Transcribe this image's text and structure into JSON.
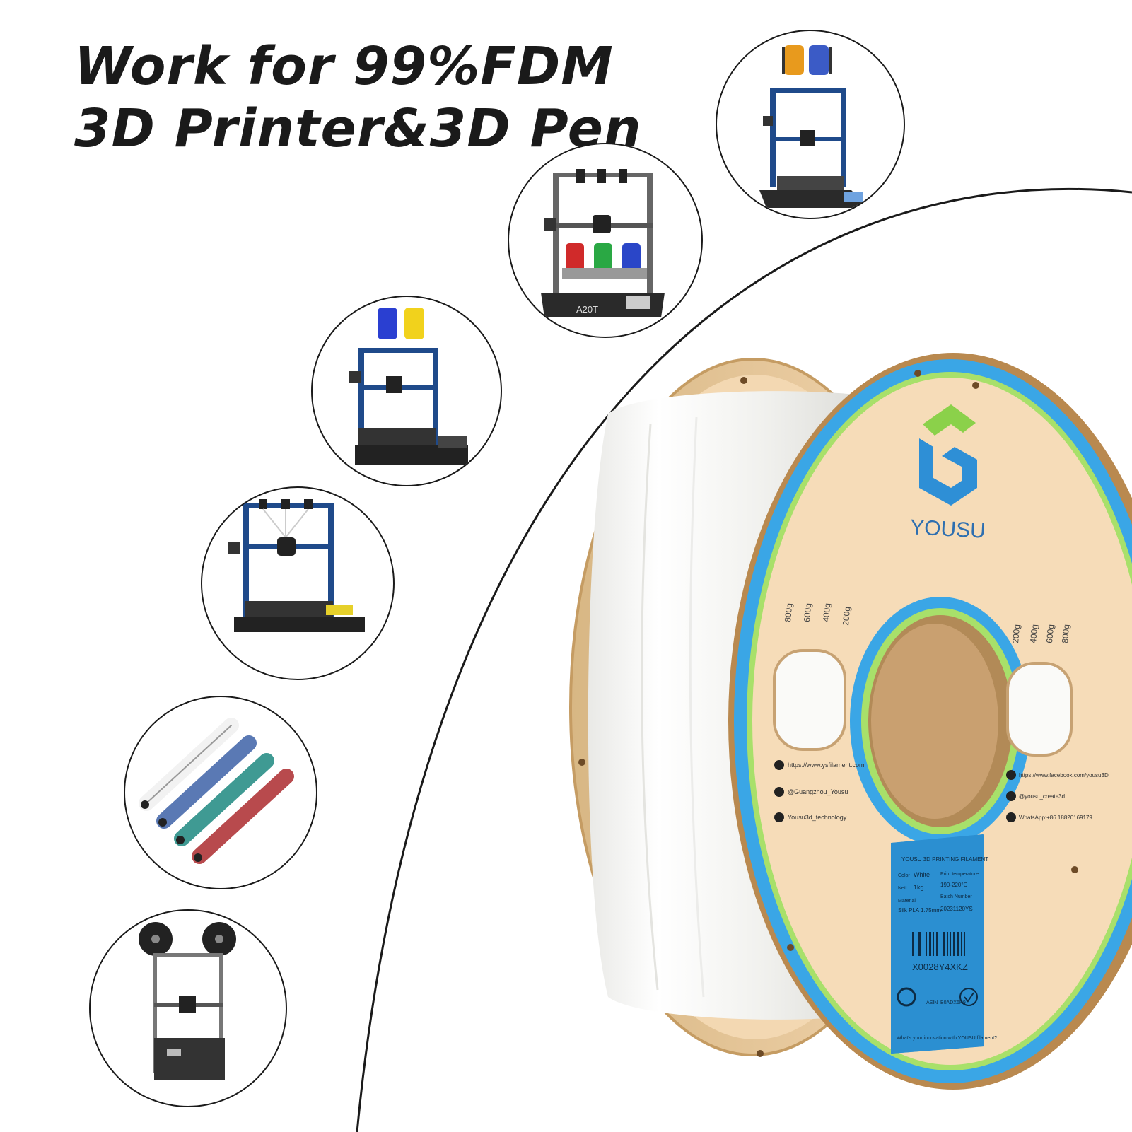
{
  "headline": {
    "line1": "Work for 99%FDM",
    "line2": "3D Printer&3D Pen"
  },
  "printer_a20t_label": "A20T",
  "spool": {
    "brand": "YOUSU",
    "colors": {
      "flange": "#f6dcb8",
      "flange_edge": "#cfa977",
      "ring_blue": "#3aa6e6",
      "ring_green": "#a8e06a",
      "filament": "#f7f7f5",
      "label_blue": "#2b8fd1",
      "logo_green": "#8bd14a",
      "logo_blue": "#2e8fd6"
    },
    "weight_marks_left": [
      "800g",
      "600g",
      "400g",
      "200g"
    ],
    "weight_marks_right": [
      "200g",
      "400g",
      "600g",
      "800g"
    ],
    "social_left": [
      {
        "icon": "web-icon",
        "text": "https://www.ysfilament.com"
      },
      {
        "icon": "facebook-icon",
        "text": "@Guangzhou_Yousu"
      },
      {
        "icon": "tiktok-icon",
        "text": "Yousu3d_technology"
      }
    ],
    "social_right": [
      {
        "icon": "twitter-icon",
        "text": "https://www.facebook.com/yousu3D"
      },
      {
        "icon": "instagram-icon",
        "text": "@yousu_create3d"
      },
      {
        "icon": "whatsapp-icon",
        "text": "WhatsApp:+86 18820169179"
      }
    ],
    "label": {
      "title": "YOUSU 3D PRINTING FILAMENT",
      "color_key": "Color",
      "color_value": "White",
      "net_key": "Nett",
      "net_value": "1kg",
      "material_key": "Material",
      "material_value": "Silk PLA 1.75mm",
      "temp_key": "Print temperature",
      "temp_value": "190-220°C",
      "batch_key": "Batch Number",
      "batch_value": "20231120YS",
      "barcode_text": "X0028Y4XKZ",
      "asin_key": "ASIN",
      "asin_value": "B0ADX6R97",
      "footer": "What's your innovation with YOUSU filament?"
    }
  }
}
